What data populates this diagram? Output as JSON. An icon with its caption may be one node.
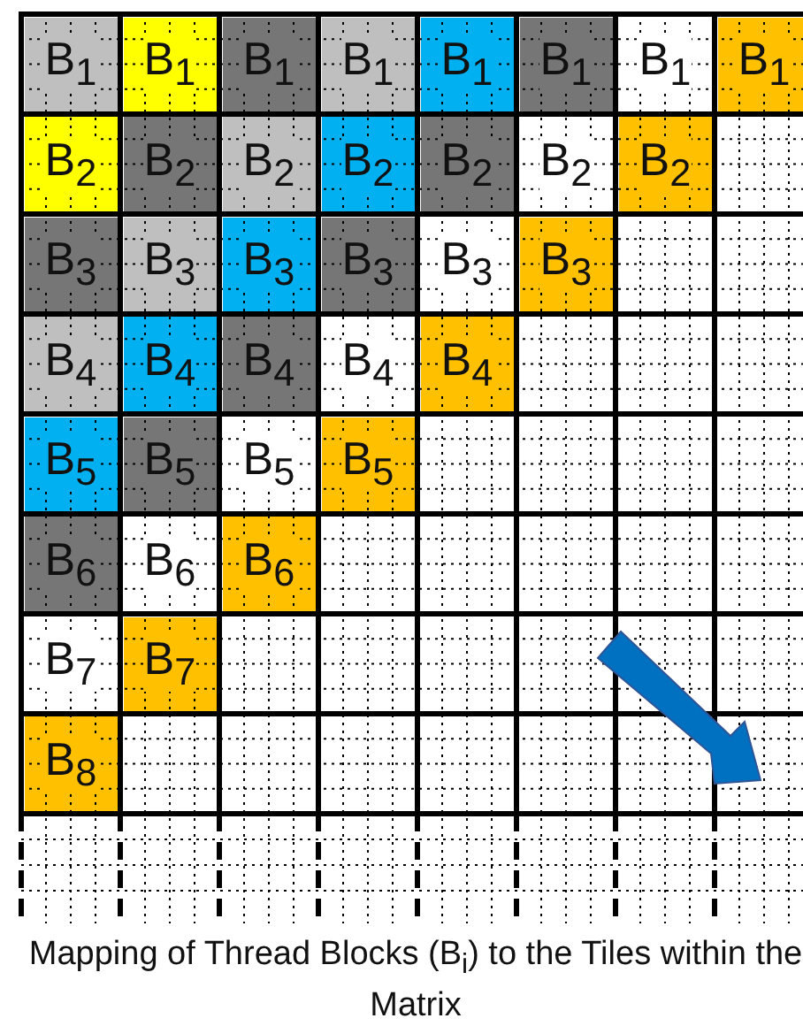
{
  "diagram": {
    "caption": "Mapping of Thread Blocks (B$_{i}$) to the Tiles within the Matrix",
    "labels": [
      "B$_{1}$",
      "B$_{1}$",
      "B$_{1}$",
      "B$_{1}$",
      "B$_{1}$",
      "B$_{1}$",
      "B$_{1}$",
      "B$_{1}$",
      "B$_{2}$",
      "B$_{2}$",
      "B$_{2}$",
      "B$_{2}$",
      "B$_{2}$",
      "B$_{2}$",
      "B$_{2}$",
      "B$_{3}$",
      "B$_{3}$",
      "B$_{3}$",
      "B$_{3}$",
      "B$_{3}$",
      "B$_{3}$",
      "B$_{4}$",
      "B$_{4}$",
      "B$_{4}$",
      "B$_{4}$",
      "B$_{4}$",
      "B$_{5}$",
      "B$_{5}$",
      "B$_{5}$",
      "B$_{5}$",
      "B$_{6}$",
      "B$_{6}$",
      "B$_{6}$",
      "B$_{7}$",
      "B$_{7}$",
      "B$_{8}$"
    ]
  }
}
